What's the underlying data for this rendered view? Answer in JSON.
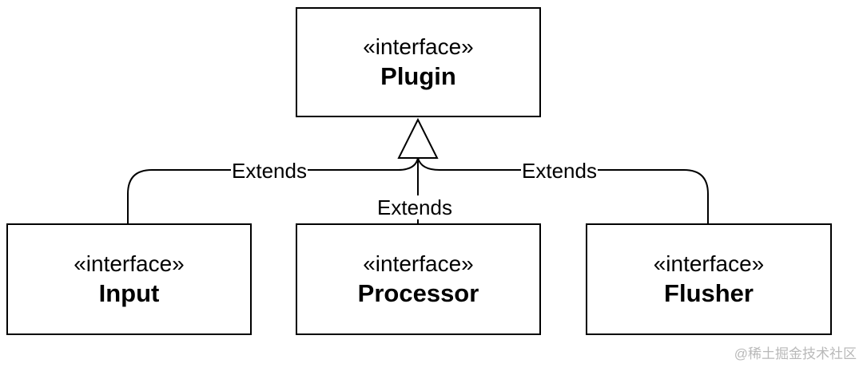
{
  "diagram": {
    "plugin": {
      "stereotype": "«interface»",
      "name": "Plugin"
    },
    "input": {
      "stereotype": "«interface»",
      "name": "Input"
    },
    "processor": {
      "stereotype": "«interface»",
      "name": "Processor"
    },
    "flusher": {
      "stereotype": "«interface»",
      "name": "Flusher"
    },
    "edges": {
      "input_label": "Extends",
      "processor_label": "Extends",
      "flusher_label": "Extends"
    }
  },
  "watermark": "@稀土掘金技术社区",
  "colors": {
    "stroke": "#000000",
    "background": "#ffffff",
    "watermark": "#b9b9b9"
  }
}
